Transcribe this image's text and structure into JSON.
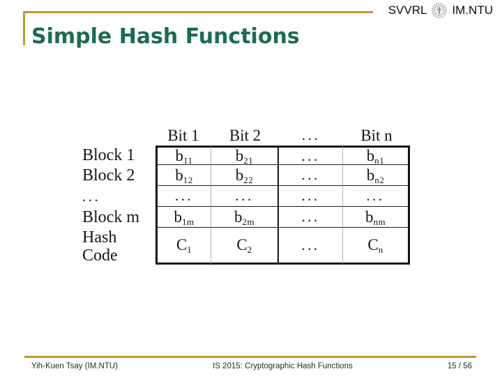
{
  "slide": {
    "title": "Simple Hash Functions",
    "brand": {
      "left": "SVVRL",
      "right": "IM.NTU"
    },
    "colors": {
      "accent_gold": "#BA9A33",
      "title_green": "#1D6B4D"
    },
    "footer": {
      "author": "Yih-Kuen Tsay (IM.NTU)",
      "course": "IS 2015: Cryptographic Hash Functions",
      "page": "15 / 56"
    }
  },
  "figure": {
    "col_headers": [
      "Bit 1",
      "Bit 2",
      "...",
      "Bit n"
    ],
    "row_labels": [
      "Block 1",
      "Block 2",
      "...",
      "Block m",
      "Hash Code"
    ],
    "cells": [
      [
        "b_11",
        "b_21",
        "...",
        "b_n1"
      ],
      [
        "b_12",
        "b_22",
        "...",
        "b_n2"
      ],
      [
        "...",
        "...",
        "...",
        "..."
      ],
      [
        "b_1m",
        "b_2m",
        "...",
        "b_nm"
      ],
      [
        "C_1",
        "C_2",
        "...",
        "C_n"
      ]
    ]
  }
}
